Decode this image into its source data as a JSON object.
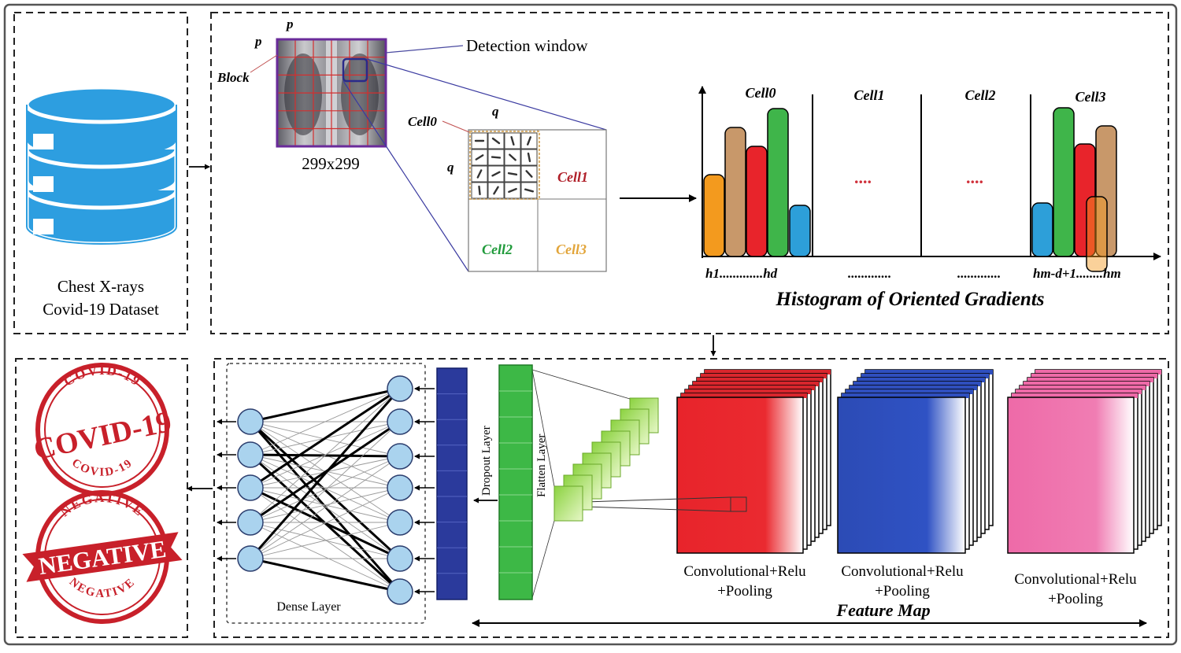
{
  "dataset": {
    "line1": "Chest X-rays",
    "line2": "Covid-19 Dataset"
  },
  "hog_input": {
    "p_top": "p",
    "p_left": "p",
    "block": "Block",
    "size": "299x299",
    "detection_window": "Detection window",
    "q_top": "q",
    "q_left": "q",
    "cell0": "Cell0",
    "cell1": "Cell1",
    "cell2": "Cell2",
    "cell3": "Cell3"
  },
  "histogram": {
    "title": "Histogram of Oriented Gradients",
    "cells": [
      "Cell0",
      "Cell1",
      "Cell2",
      "Cell3"
    ],
    "ellipsis": "....",
    "x_labels": [
      "h1.............hd",
      ".............",
      ".............",
      "hm-d+1........hm"
    ]
  },
  "cnn": {
    "dense_layer": "Dense Layer",
    "dropout_layer": "Dropout Layer",
    "flatten_layer": "Flatten Layer",
    "conv1": [
      "Convolutional+Relu",
      "+Pooling"
    ],
    "conv2": [
      "Convolutional+Relu",
      "+Pooling"
    ],
    "conv3": [
      "Convolutional+Relu",
      "+Pooling"
    ],
    "feature_map": "Feature Map"
  },
  "output": {
    "positive": {
      "arc_top": "COVID-19",
      "main": "COVID-19",
      "arc_bottom": "COVID-19"
    },
    "negative": {
      "arc_top": "NEGATIVE",
      "main": "NEGATIVE",
      "arc_bottom": "NEGATIVE"
    }
  },
  "colors": {
    "orange": "#f39a1e",
    "tan": "#c8986a",
    "red": "#e8242b",
    "green": "#3fb54a",
    "blue": "#2d9fd9",
    "stamp_red": "#c8202a",
    "dataset_blue": "#2d9ee0",
    "navy": "#2b3a9c",
    "flatten_green": "#3db846"
  }
}
